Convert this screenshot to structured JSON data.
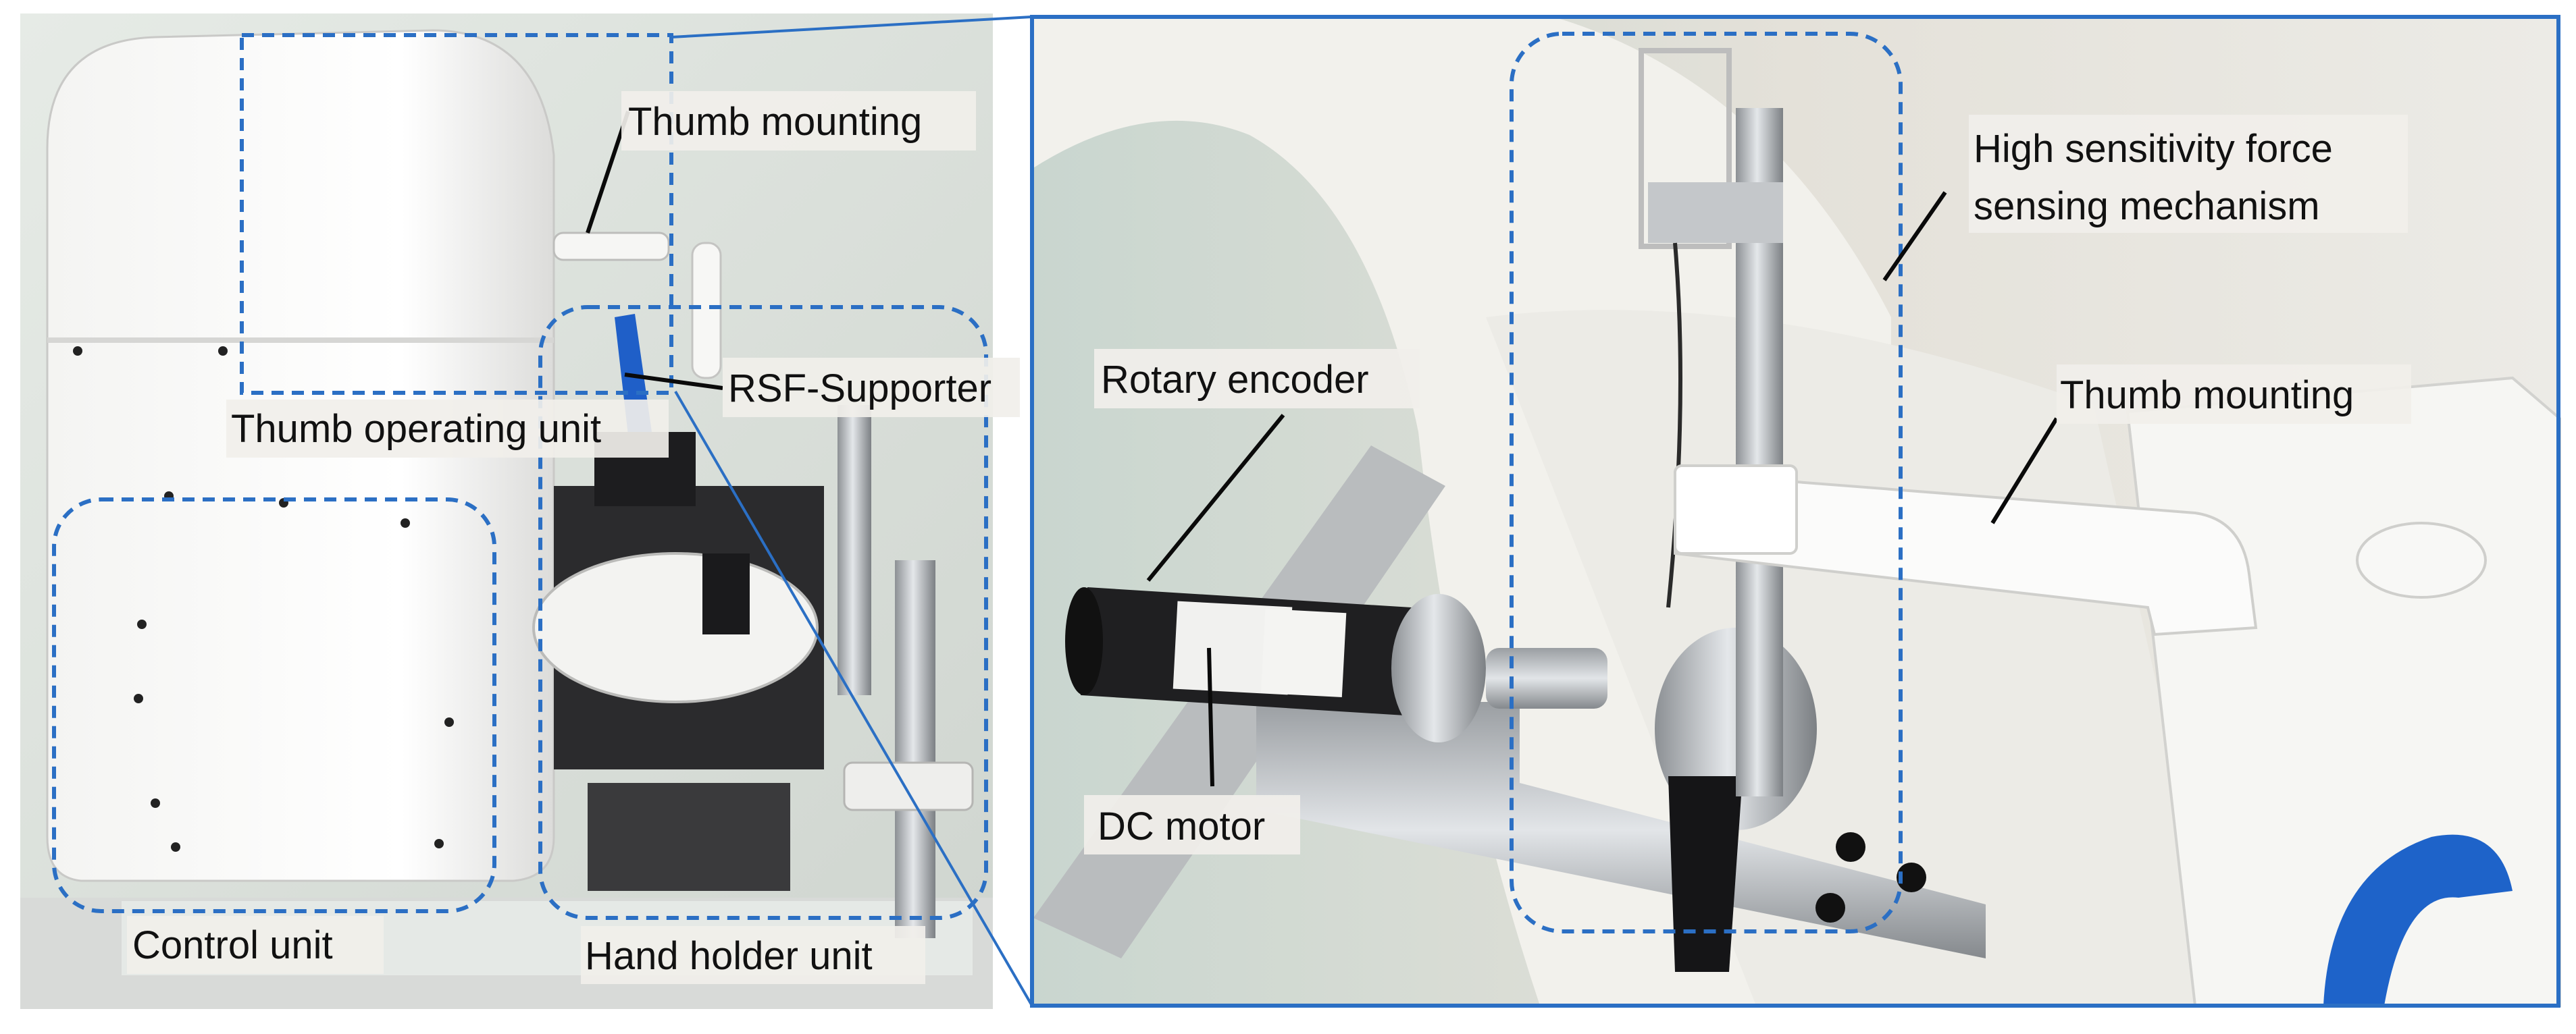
{
  "figure": {
    "left_photo": {
      "labels": {
        "thumb_mounting": "Thumb mounting",
        "rsf_supporter": "RSF-Supporter",
        "thumb_operating_unit": "Thumb operating unit",
        "control_unit": "Control unit",
        "hand_holder_unit": "Hand holder unit"
      }
    },
    "right_photo": {
      "labels": {
        "force_sensing_line1": "High sensitivity force",
        "force_sensing_line2": "sensing mechanism",
        "rotary_encoder": "Rotary encoder",
        "thumb_mounting": "Thumb mounting",
        "dc_motor": "DC motor"
      }
    },
    "colors": {
      "dashed_box": "#2b6fc4",
      "frame": "#2b6fc4",
      "label_background": "#f1efea",
      "callout_line": "#0a0a0a"
    }
  }
}
